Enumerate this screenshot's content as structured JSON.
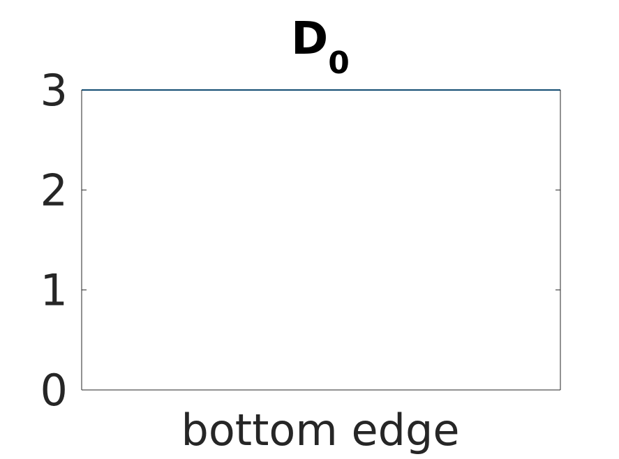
{
  "chart_data": {
    "type": "line",
    "title": "D",
    "title_subscript": "0",
    "xlabel": "bottom edge",
    "ylabel": "",
    "x": [
      0,
      1
    ],
    "xlim": [
      0,
      1
    ],
    "ylim": [
      0,
      3
    ],
    "yticks": [
      0,
      1,
      2,
      3
    ],
    "yticklabels": [
      "0",
      "1",
      "2",
      "3"
    ],
    "xticks": [],
    "grid": false,
    "box": true,
    "series": [
      {
        "values": [
          3,
          3
        ],
        "color": "#0072BD"
      }
    ],
    "axis_color": "#262626"
  }
}
